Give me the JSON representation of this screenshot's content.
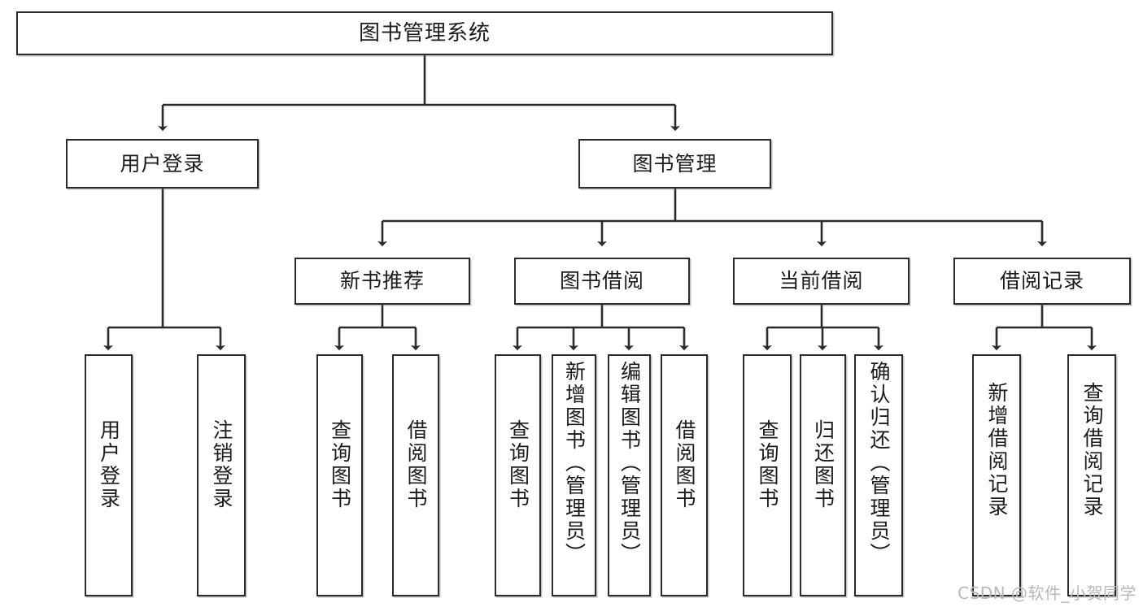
{
  "diagram": {
    "title": "图书管理系统",
    "watermark": "CSDN @软件_小贺同学",
    "colors": {
      "stroke": "#2b2b2b",
      "fill": "#ffffff",
      "text": "#1b1b1b",
      "watermark": "#b8b8b8"
    },
    "levels": {
      "root": {
        "label": "图书管理系统"
      },
      "level2": [
        {
          "label": "用户登录"
        },
        {
          "label": "图书管理"
        }
      ],
      "level3": [
        {
          "label": "新书推荐"
        },
        {
          "label": "图书借阅"
        },
        {
          "label": "当前借阅"
        },
        {
          "label": "借阅记录"
        }
      ],
      "leaves": {
        "user_login": [
          {
            "label": "用户登录"
          },
          {
            "label": "注销登录"
          }
        ],
        "new_book_recommend": [
          {
            "label": "查询图书"
          },
          {
            "label": "借阅图书"
          }
        ],
        "book_borrow": [
          {
            "label": "查询图书"
          },
          {
            "label": "新增图书（管理员）"
          },
          {
            "label": "编辑图书（管理员）"
          },
          {
            "label": "借阅图书"
          }
        ],
        "current_borrow": [
          {
            "label": "查询图书"
          },
          {
            "label": "归还图书"
          },
          {
            "label": "确认归还（管理员）"
          }
        ],
        "borrow_record": [
          {
            "label": "新增借阅记录"
          },
          {
            "label": "查询借阅记录"
          }
        ]
      }
    }
  }
}
